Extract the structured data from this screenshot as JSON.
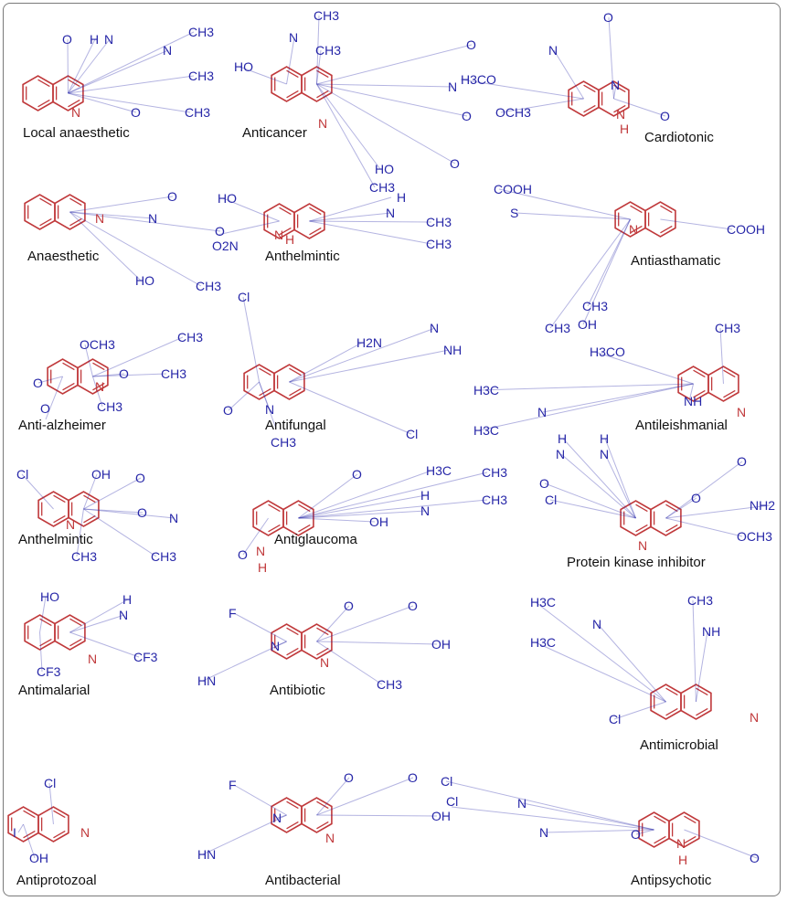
{
  "title": "Biological activities of quinoline derivatives",
  "colors": {
    "quinoline_core": "#c0393b",
    "substituent": "#2727a8",
    "label": "#111111",
    "border": "#7a7a7a"
  },
  "molecules": [
    {
      "name": "Local anaesthetic",
      "atoms": [
        "O",
        "H",
        "N",
        "N",
        "CH3",
        "CH3",
        "N",
        "O",
        "CH3"
      ]
    },
    {
      "name": "Anticancer",
      "atoms": [
        "CH3",
        "N",
        "CH3",
        "HO",
        "N",
        "N",
        "O",
        "O",
        "O",
        "HO",
        "CH3"
      ]
    },
    {
      "name": "Cardiotonic",
      "atoms": [
        "O",
        "N",
        "N",
        "H3CO",
        "OCH3",
        "N",
        "H",
        "O"
      ]
    },
    {
      "name": "Anaesthetic",
      "atoms": [
        "N",
        "N",
        "O",
        "O",
        "HO",
        "CH3"
      ]
    },
    {
      "name": "Anthelmintic",
      "atoms": [
        "HO",
        "O2N",
        "N",
        "H",
        "N",
        "H",
        "CH3",
        "CH3"
      ]
    },
    {
      "name": "Antiasthamatic",
      "atoms": [
        "COOH",
        "S",
        "N",
        "COOH",
        "CH3",
        "OH",
        "CH3"
      ]
    },
    {
      "name": "Anti-alzheimer",
      "atoms": [
        "OCH3",
        "CH3",
        "CH3",
        "O",
        "O",
        "N",
        "O",
        "CH3"
      ]
    },
    {
      "name": "Antifungal",
      "atoms": [
        "Cl",
        "H2N",
        "N",
        "NH",
        "O",
        "N",
        "CH3",
        "Cl"
      ]
    },
    {
      "name": "Antileishmanial",
      "atoms": [
        "H3CO",
        "CH3",
        "N",
        "NH",
        "H3C",
        "N",
        "H3C"
      ]
    },
    {
      "name": "Anthelmintic",
      "atoms": [
        "Cl",
        "OH",
        "O",
        "N",
        "O",
        "N",
        "CH3",
        "CH3"
      ]
    },
    {
      "name": "Antiglaucoma",
      "atoms": [
        "O",
        "OH",
        "N",
        "H",
        "H3C",
        "CH3",
        "CH3",
        "O",
        "N",
        "H"
      ]
    },
    {
      "name": "Protein kinase inhibitor",
      "atoms": [
        "N",
        "H",
        "N",
        "H",
        "O",
        "Cl",
        "O",
        "O",
        "NH2",
        "N",
        "OCH3"
      ]
    },
    {
      "name": "Antimalarial",
      "atoms": [
        "HO",
        "N",
        "H",
        "N",
        "CF3",
        "CF3"
      ]
    },
    {
      "name": "Antibiotic",
      "atoms": [
        "O",
        "O",
        "OH",
        "F",
        "N",
        "HN",
        "N",
        "CH3"
      ]
    },
    {
      "name": "Antimicrobial",
      "atoms": [
        "H3C",
        "N",
        "H3C",
        "CH3",
        "NH",
        "Cl",
        "N"
      ]
    },
    {
      "name": "Antiprotozoal",
      "atoms": [
        "Cl",
        "I",
        "OH",
        "N"
      ]
    },
    {
      "name": "Antibacterial",
      "atoms": [
        "O",
        "O",
        "OH",
        "F",
        "N",
        "HN",
        "N"
      ]
    },
    {
      "name": "Antipsychotic",
      "atoms": [
        "Cl",
        "Cl",
        "N",
        "N",
        "O",
        "N",
        "H",
        "O"
      ]
    }
  ]
}
